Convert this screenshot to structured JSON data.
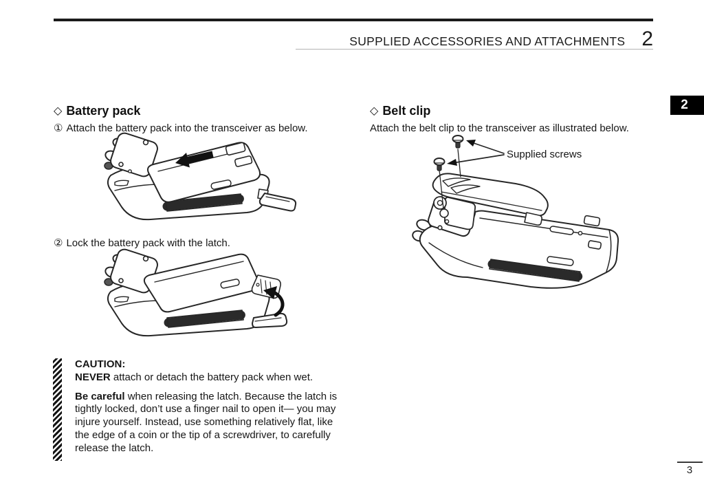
{
  "header": {
    "title": "SUPPLIED ACCESSORIES AND ATTACHMENTS",
    "chapter": "2"
  },
  "side_tab": {
    "label": "2"
  },
  "footer": {
    "page_number": "3"
  },
  "battery_section": {
    "diamond": "◇",
    "title": "Battery pack",
    "step1_num": "①",
    "step1_text": "Attach the battery pack into the transceiver as below.",
    "step2_num": "②",
    "step2_text": "Lock the battery pack with the latch.",
    "caution": {
      "title": "CAUTION:",
      "never_bold": "NEVER",
      "never_rest": " attach or detach the battery pack when wet.",
      "p2_bold": "Be careful",
      "p2_lines": [
        " when releasing the latch. Because the latch is",
        "tightly locked, don’t use a finger nail to open it— you may",
        "injure yourself. Instead, use something relatively flat, like",
        "the edge of a coin or the tip of a screwdriver, to carefully",
        "release the latch."
      ]
    }
  },
  "beltclip_section": {
    "diamond": "◇",
    "title": "Belt clip",
    "intro": "Attach the belt clip to the transceiver as illustrated below.",
    "screws_label": "Supplied screws"
  }
}
